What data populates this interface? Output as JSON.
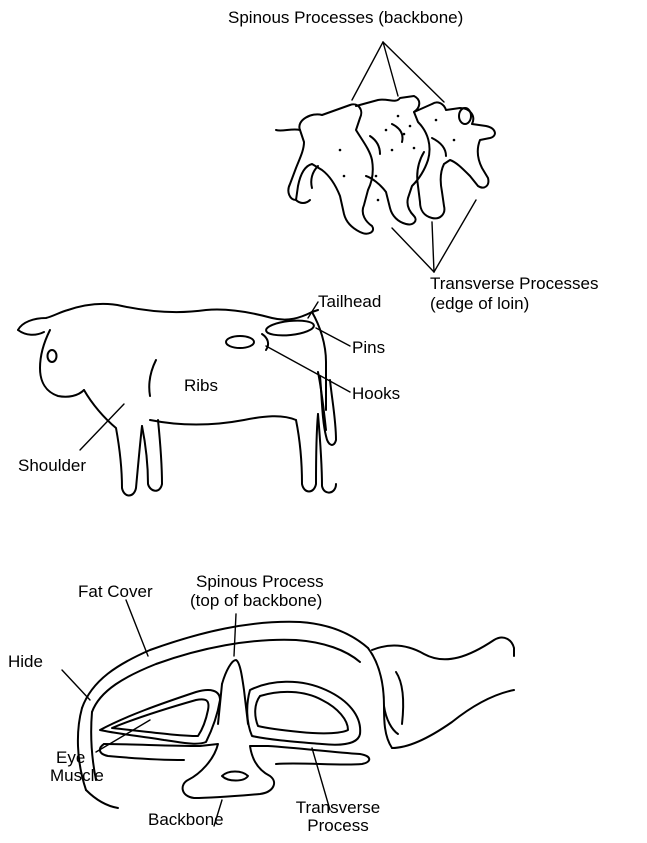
{
  "vertebrae": {
    "spinous_label": "Spinous Processes (backbone)",
    "transverse_label_line1": "Transverse Processes",
    "transverse_label_line2": "(edge of loin)"
  },
  "cow": {
    "tailhead": "Tailhead",
    "pins": "Pins",
    "hooks": "Hooks",
    "ribs": "Ribs",
    "shoulder": "Shoulder"
  },
  "cross_section": {
    "spinous_line1": "Spinous Process",
    "spinous_line2": "(top of backbone)",
    "fat_cover": "Fat Cover",
    "hide": "Hide",
    "eye_muscle_line1": "Eye",
    "eye_muscle_line2": "Muscle",
    "backbone": "Backbone",
    "transverse_line1": "Transverse",
    "transverse_line2": "Process"
  }
}
